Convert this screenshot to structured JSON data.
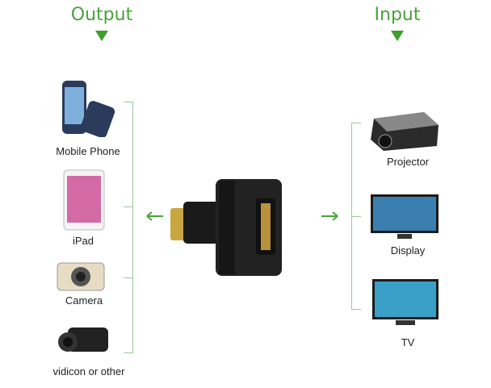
{
  "output": {
    "title": "Output",
    "devices": [
      "Mobile Phone",
      "iPad",
      "Camera",
      "vidicon or other"
    ]
  },
  "input": {
    "title": "Input",
    "devices": [
      "Projector",
      "Display",
      "TV"
    ]
  },
  "colors": {
    "accent": "#47a33a",
    "connector": "#9cc79a"
  }
}
